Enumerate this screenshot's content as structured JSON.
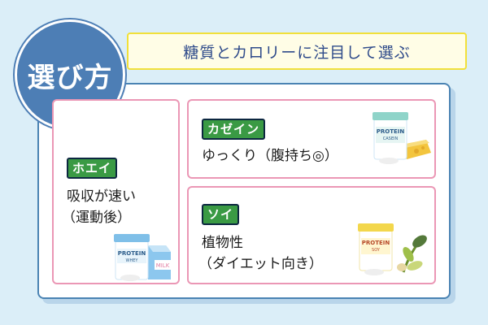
{
  "badge": {
    "label": "選び方"
  },
  "header": {
    "title": "糖質とカロリーに注目して選ぶ"
  },
  "cards": {
    "whey": {
      "tag": "ホエイ",
      "line1": "吸収が速い",
      "line2": "（運動後）",
      "product": "PROTEIN",
      "variant": "WHEY",
      "side": "MILK"
    },
    "casein": {
      "tag": "カゼイン",
      "line1": "ゆっくり（腹持ち◎）",
      "product": "PROTEIN",
      "variant": "CASEIN"
    },
    "soy": {
      "tag": "ソイ",
      "line1": "植物性",
      "line2": "（ダイエット向き）",
      "product": "PROTEIN",
      "variant": "SOY"
    }
  },
  "colors": {
    "background": "#dbeef8",
    "accent_blue": "#4d7eb5",
    "tag_green": "#3a9a44",
    "card_border": "#eb97b5",
    "title_border": "#f1e03a"
  }
}
